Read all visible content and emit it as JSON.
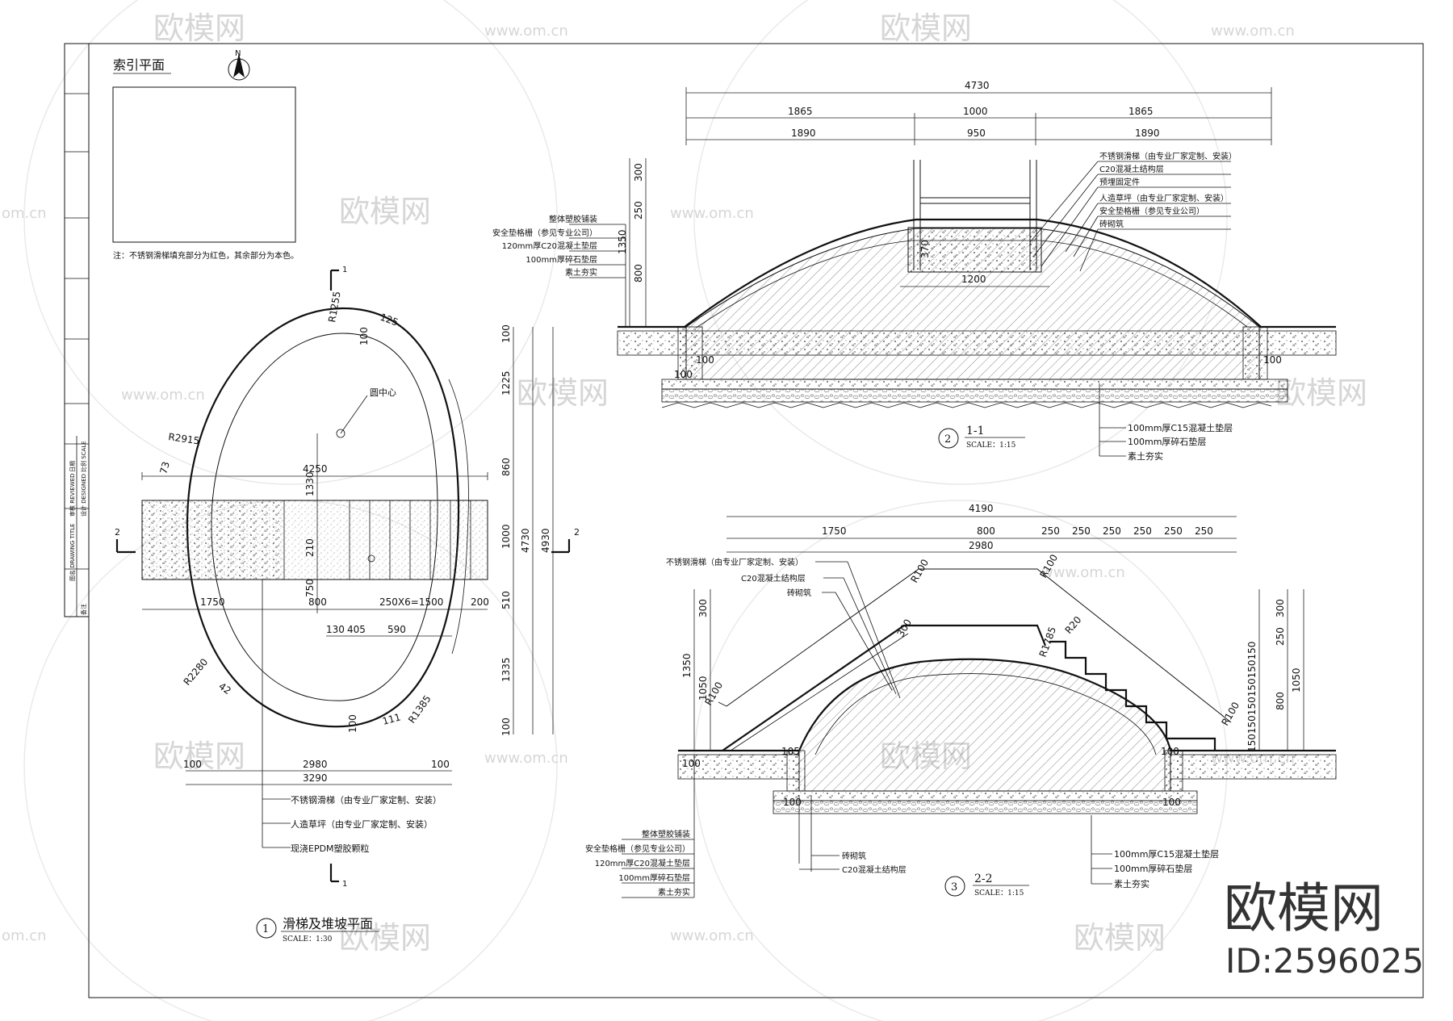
{
  "watermark": {
    "site": "www.om.cn",
    "site_short": "om.cn",
    "brand": "欧模网",
    "brand_large": "欧模网",
    "id": "ID:2596025"
  },
  "index_plan": {
    "title": "索引平面",
    "note": "注：不锈钢滑梯填充部分为红色，其余部分为本色。"
  },
  "title_block": {
    "rows": [
      "日期",
      "比例 SCALE",
      "审核 REVIEWED",
      "设计 DESIGNED",
      "图名 DRAWING TITLE",
      "备注"
    ]
  },
  "plan": {
    "title": "滑梯及堆坡平面",
    "scale": "SCALE：1:30",
    "number": "1",
    "labels": {
      "r1255": "R1255",
      "r2915": "R2915",
      "r2280": "R2280",
      "r1385": "R1385",
      "center": "圆中心"
    },
    "dims_top": [
      "4250"
    ],
    "dims_mid": [
      "1750",
      "800",
      "250X6=1500",
      "200"
    ],
    "dims_sub": [
      "130",
      "405",
      "590"
    ],
    "dims_small": [
      "125",
      "100",
      "73",
      "42",
      "111",
      "100"
    ],
    "dims_inner": [
      "1330",
      "210",
      "750"
    ],
    "dims_bottom": [
      "100",
      "2980",
      "100",
      "3290"
    ],
    "dims_right": [
      "100",
      "1225",
      "860",
      "1000",
      "510",
      "1335",
      "100"
    ],
    "dims_total": [
      "4730",
      "4930"
    ],
    "section_marks": [
      "1",
      "1",
      "2",
      "2"
    ],
    "notes": [
      "不锈钢滑梯（由专业厂家定制、安装）",
      "人造草坪（由专业厂家定制、安装）",
      "现浇EPDM塑胶颗粒"
    ]
  },
  "section_1": {
    "title": "1-1",
    "scale": "SCALE：1:15",
    "number": "2",
    "dims_row1": [
      "4730"
    ],
    "dims_row2": [
      "1865",
      "1000",
      "1865"
    ],
    "dims_row3": [
      "1890",
      "950",
      "1890"
    ],
    "dims_left": [
      "300",
      "250",
      "1350",
      "800"
    ],
    "dims_small": [
      "370",
      "1200",
      "100",
      "100",
      "100"
    ],
    "notes_right": [
      "不锈钢滑梯（由专业厂家定制、安装）",
      "C20混凝土结构层",
      "预埋固定件",
      "人造草坪（由专业厂家定制、安装）",
      "安全垫格栅（参见专业公司）",
      "砖砌筑"
    ],
    "notes_left": [
      "整体塑胶铺装",
      "安全垫格栅（参见专业公司）",
      "120mm厚C20混凝土垫层",
      "100mm厚碎石垫层",
      "素土夯实"
    ],
    "notes_bottom": [
      "100mm厚C15混凝土垫层",
      "100mm厚碎石垫层",
      "素土夯实"
    ]
  },
  "section_2": {
    "title": "2-2",
    "scale": "SCALE：1:15",
    "number": "3",
    "dims_row1": [
      "4190"
    ],
    "dims_row2": [
      "1750",
      "800",
      "250",
      "250",
      "250",
      "250",
      "250",
      "250"
    ],
    "dims_row3": [
      "2980"
    ],
    "radii": [
      "R100",
      "R100",
      "R100",
      "R100",
      "R1785",
      "R20"
    ],
    "dims_left": [
      "300",
      "1350",
      "1050"
    ],
    "dims_right": [
      "300",
      "250",
      "800",
      "1050",
      "150150150150150150"
    ],
    "dims_small": [
      "300",
      "100",
      "105",
      "100",
      "100",
      "100"
    ],
    "notes_top": [
      "不锈钢滑梯（由专业厂家定制、安装）",
      "C20混凝土结构层",
      "砖砌筑"
    ],
    "notes_left": [
      "整体塑胶铺装",
      "安全垫格栅（参见专业公司）",
      "120mm厚C20混凝土垫层",
      "100mm厚碎石垫层",
      "素土夯实"
    ],
    "notes_mid": [
      "砖砌筑",
      "C20混凝土结构层"
    ],
    "notes_right": [
      "100mm厚C15混凝土垫层",
      "100mm厚碎石垫层",
      "素土夯实"
    ]
  }
}
